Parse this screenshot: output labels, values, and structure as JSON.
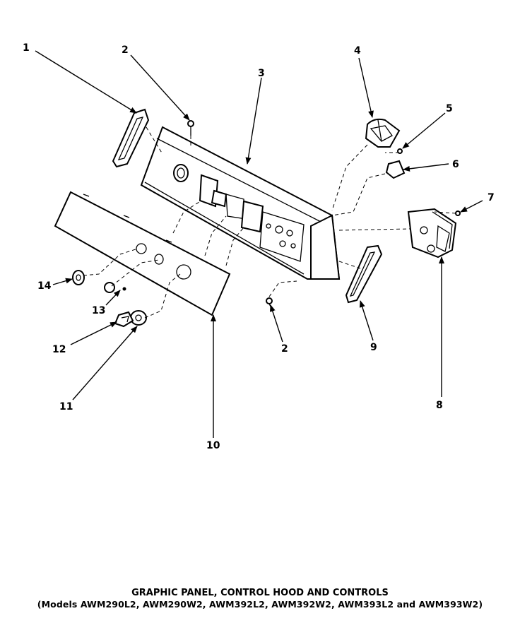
{
  "callouts": [
    "1",
    "2",
    "3",
    "4",
    "5",
    "6",
    "7",
    "8",
    "9",
    "10",
    "11",
    "12",
    "13",
    "14"
  ],
  "callout_2b": "2",
  "caption": {
    "line1": "GRAPHIC PANEL, CONTROL HOOD AND CONTROLS",
    "line2": "(Models AWM290L2, AWM290W2, AWM392L2, AWM392W2, AWM393L2 and AWM393W2)"
  }
}
